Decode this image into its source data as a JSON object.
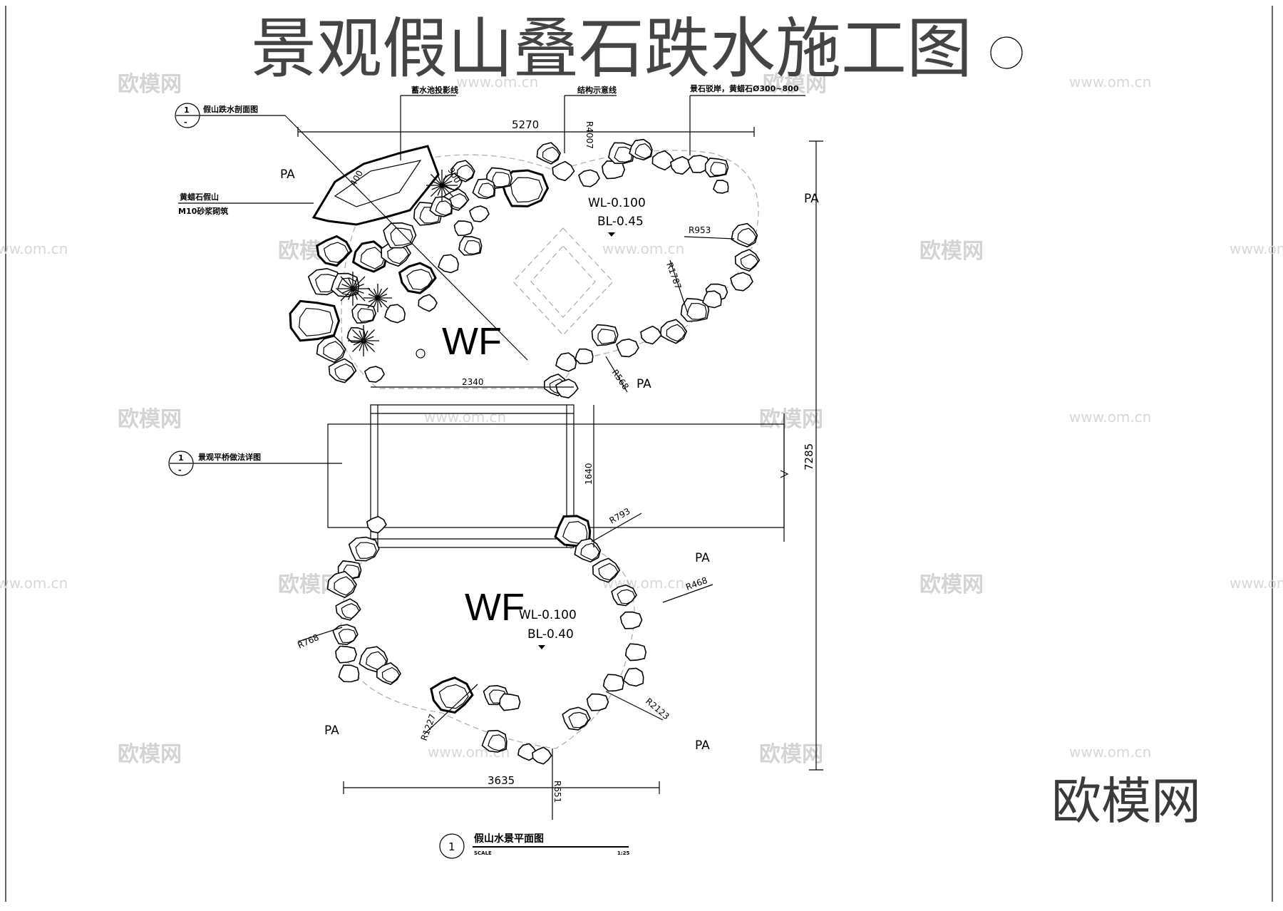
{
  "title": "景观假山叠石跌水施工图",
  "watermark": {
    "brand": "欧模网",
    "url": "www.om.cn"
  },
  "logo_text": "欧模网",
  "callouts": {
    "section_ref_num": "1",
    "section_ref_den": "-",
    "section_ref_label": "假山跌水剖面图",
    "pool_projection": "蓄水池投影线",
    "structure_line": "结构示意线",
    "rock_bank": "景石驳岸，黄蜡石Ø300~800",
    "rockery_line1": "黄蜡石假山",
    "rockery_line2": "M10砂浆砌筑",
    "bridge_ref_label": "景观平桥做法详图"
  },
  "areas": {
    "pa": "PA",
    "wf": "WF",
    "upper_wl": "WL-0.100",
    "upper_bl": "BL-0.45",
    "lower_wl": "WL-0.100",
    "lower_bl": "BL-0.40"
  },
  "dimensions": {
    "top_width": "5270",
    "total_height": "7285",
    "bridge_width": "2340",
    "bridge_length": "1640",
    "bottom_width": "3635",
    "fall_900": "900",
    "fall_400": "400"
  },
  "radii": [
    "R4007",
    "R953",
    "R1787",
    "R568",
    "R793",
    "R468",
    "R768",
    "R2123",
    "R1227",
    "R651"
  ],
  "footer": {
    "num": "1",
    "title": "假山水景平面图",
    "scale_label": "SCALE",
    "scale_value": "1:25"
  },
  "colors": {
    "line": "#000000",
    "title": "#444444",
    "watermark": "#d4d4d4"
  }
}
